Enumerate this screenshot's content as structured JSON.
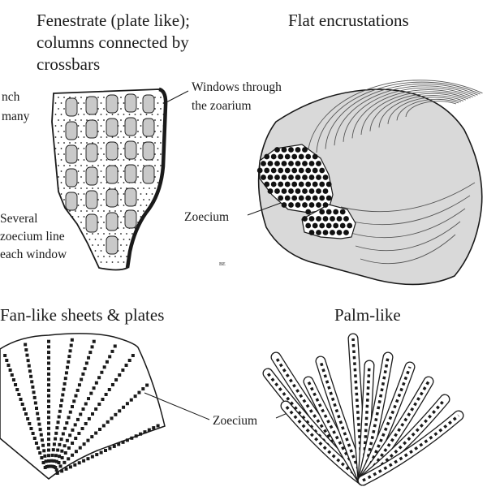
{
  "panels": {
    "fenestrate": {
      "title_lines": [
        "Fenestrate (plate like);",
        "columns connected by",
        "crossbars"
      ],
      "left_notes_top": [
        "nch",
        "many"
      ],
      "left_notes_bottom": [
        "Several",
        "zoecium line",
        "each window"
      ],
      "windows_label": [
        "Windows through",
        "the zoarium"
      ]
    },
    "flat": {
      "title": "Flat encrustations",
      "zoecium_label": "Zoecium"
    },
    "fan": {
      "title": "Fan-like sheets & plates",
      "zoecium_label": "Zoecium"
    },
    "palm": {
      "title": "Palm-like"
    }
  },
  "watermark": "BE",
  "colors": {
    "ink": "#1a1a1a",
    "window_fill": "#c9c9c9",
    "shell_fill": "#d7d7d7",
    "zoecium_dot": "#111111"
  }
}
